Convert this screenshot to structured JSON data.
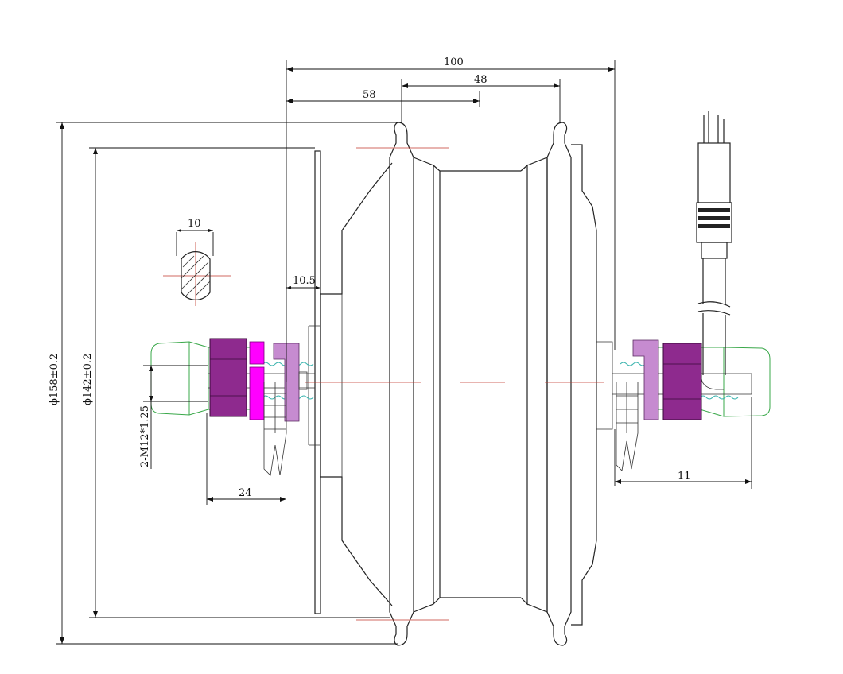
{
  "dimensions": {
    "overall_width": "100",
    "flange_spacing": "48",
    "left_to_center": "58",
    "shaft_flat": "10",
    "left_gap": "10.5",
    "left_axle": "24",
    "right_axle": "11",
    "outer_diameter": "ϕ158±0.2",
    "flange_diameter": "ϕ142±0.2",
    "thread_spec": "2-M12*1.25"
  },
  "colors": {
    "nut": "#8e2a8e",
    "washer_magenta": "#ff00ff",
    "washer_light": "#c68bd0",
    "cap_outline": "#3aa84a",
    "spring": "#3fb6b0",
    "center_line": "#c0392b"
  }
}
